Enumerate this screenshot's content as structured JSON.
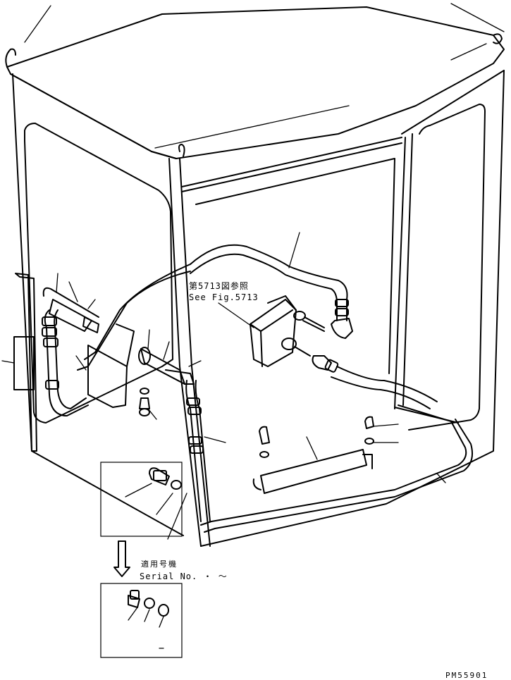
{
  "reference": {
    "line1": "第5713図参照",
    "line2": "See Fig.5713"
  },
  "serial": {
    "line1": "適用号機",
    "line2": "Serial No.  ・ 〜"
  },
  "drawing_code": "PM55901"
}
